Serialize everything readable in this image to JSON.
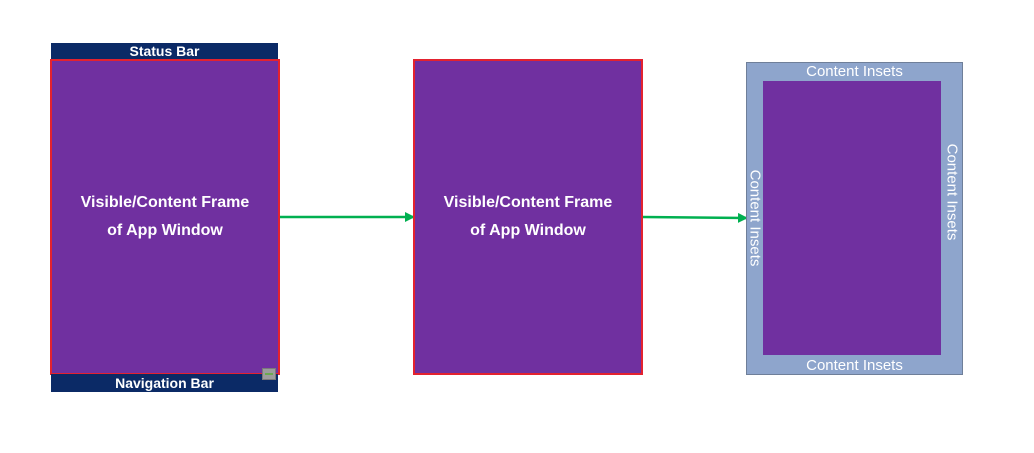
{
  "left_phone": {
    "status_bar_label": "Status Bar",
    "navigation_bar_label": "Navigation Bar",
    "frame_line1": "Visible/Content Frame",
    "frame_line2": "of App Window"
  },
  "middle": {
    "frame_line1": "Visible/Content Frame",
    "frame_line2": "of App Window"
  },
  "right": {
    "inset_top": "Content Insets",
    "inset_bottom": "Content Insets",
    "inset_left": "Content Insets",
    "inset_right": "Content Insets"
  },
  "colors": {
    "frame_fill": "#7030a0",
    "frame_border": "#e3222f",
    "bar_fill": "#0b2a66",
    "insets_fill": "#8ea5cc",
    "arrow": "#00b050"
  },
  "icons": [
    "resize-icon"
  ]
}
